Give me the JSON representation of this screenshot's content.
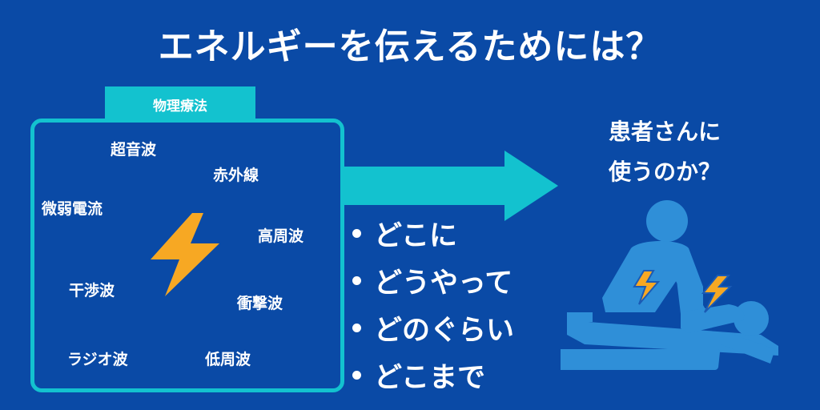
{
  "title": "エネルギーを伝えるためには？",
  "category_tab": "物理療法",
  "terms": [
    "超音波",
    "赤外線",
    "微弱電流",
    "高周波",
    "干渉波",
    "衝撃波",
    "ラジオ波",
    "低周波"
  ],
  "bullets": [
    "どこに",
    "どうやって",
    "どのぐらい",
    "どこまで"
  ],
  "question_lines": [
    "患者さんに",
    "使うのか？"
  ],
  "icons": {
    "energy": "lightning-bolt",
    "arrow": "right-arrow",
    "illustration": "therapist-treating-patient"
  },
  "colors": {
    "background": "#0a4aa6",
    "accent": "#13c2cf",
    "bolt": "#f7a823",
    "figure": "#2f8fd8"
  }
}
